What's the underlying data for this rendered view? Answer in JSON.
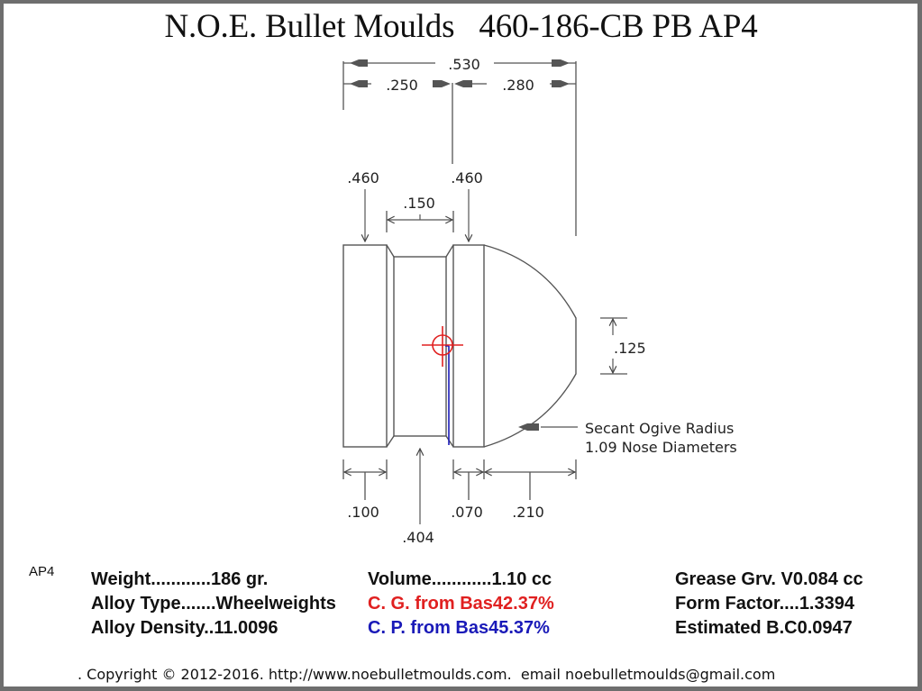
{
  "title": "N.O.E. Bullet Moulds   460-186-CB PB AP4",
  "design_code": "AP4",
  "dimensions": {
    "overall_length": ".530",
    "body_length": ".250",
    "nose_length": ".280",
    "rear_band_diameter": ".460",
    "front_band_diameter": ".460",
    "groove_width": ".150",
    "meplat_diameter": ".125",
    "rear_band_length": ".100",
    "groove_diameter": ".404",
    "front_band_length": ".070",
    "ogive_length": ".210"
  },
  "ogive_note": {
    "line1": "Secant Ogive Radius",
    "line2": "1.09  Nose Diameters"
  },
  "specs": {
    "col1": [
      {
        "label": "Weight............",
        "value": "186 gr."
      },
      {
        "label": "Alloy Type.......",
        "value": "Wheelweights"
      },
      {
        "label": "Alloy Density..",
        "value": "11.0096"
      }
    ],
    "col2": [
      {
        "label": "Volume............",
        "value": "1.10 cc",
        "color": "#111111"
      },
      {
        "label": "C. G. from Bas",
        "value": "42.37%",
        "color": "#e02020"
      },
      {
        "label": "C. P. from Bas",
        "value": "45.37%",
        "color": "#1a1ab8"
      }
    ],
    "col3": [
      {
        "label": "Grease Grv. V",
        "value": "0.084 cc"
      },
      {
        "label": "Form Factor....",
        "value": "1.3394"
      },
      {
        "label": "Estimated B.C",
        "value": "0.0947"
      }
    ]
  },
  "colors": {
    "cg_marker": "#e02020",
    "cp_marker": "#1a1ab8",
    "outline": "#555555",
    "frame": "#6e6e6e"
  },
  "footer": ". Copyright © 2012-2016. http://www.noebulletmoulds.com.  email noebulletmoulds@gmail.com"
}
